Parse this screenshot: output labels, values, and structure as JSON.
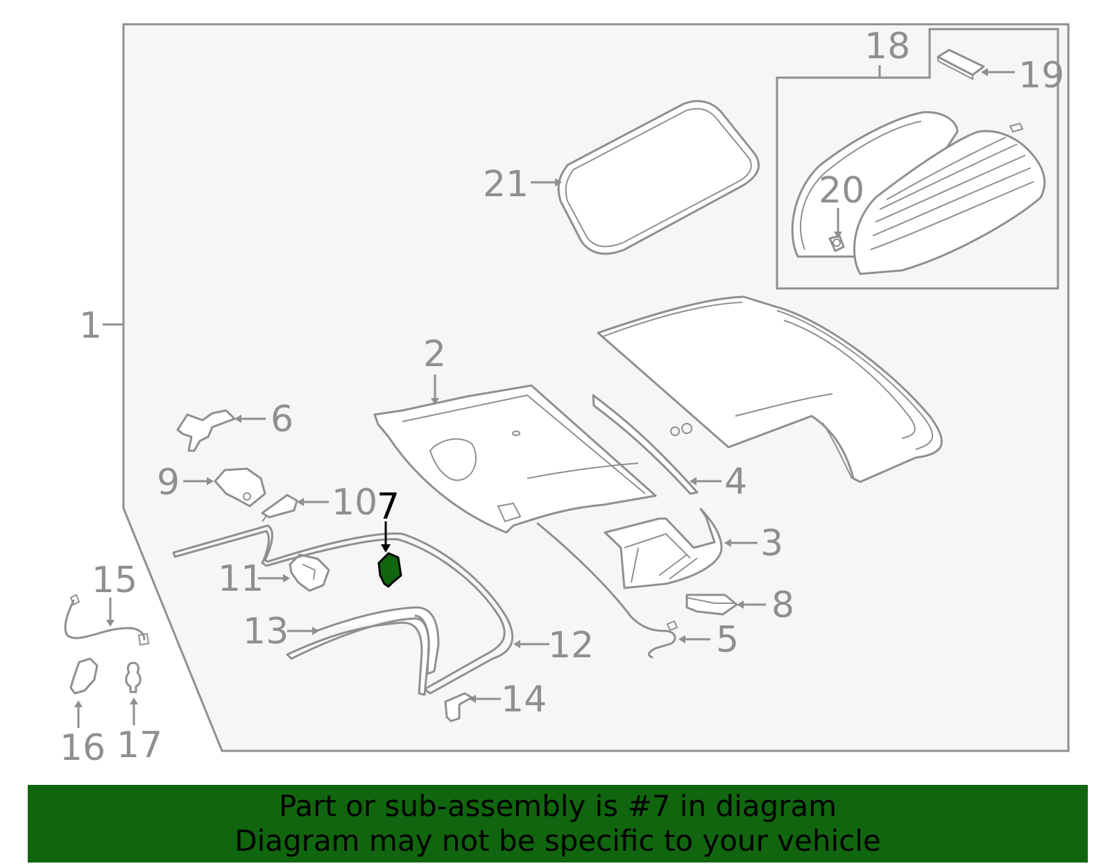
{
  "diagram": {
    "highlight_part": "7",
    "colors": {
      "line": "#8f8f8f",
      "panel": "#f6f6f6",
      "highlight": "#11650f",
      "highlight_label": "#000000"
    },
    "callouts": {
      "c1": "1",
      "c2": "2",
      "c3": "3",
      "c4": "4",
      "c5": "5",
      "c6": "6",
      "c7": "7",
      "c8": "8",
      "c9": "9",
      "c10": "10",
      "c11": "11",
      "c12": "12",
      "c13": "13",
      "c14": "14",
      "c15": "15",
      "c16": "16",
      "c17": "17",
      "c18": "18",
      "c19": "19",
      "c20": "20",
      "c21": "21"
    }
  },
  "banner": {
    "line1": "Part or sub-assembly is #7 in diagram",
    "line2": "Diagram may not be specific to your vehicle"
  }
}
